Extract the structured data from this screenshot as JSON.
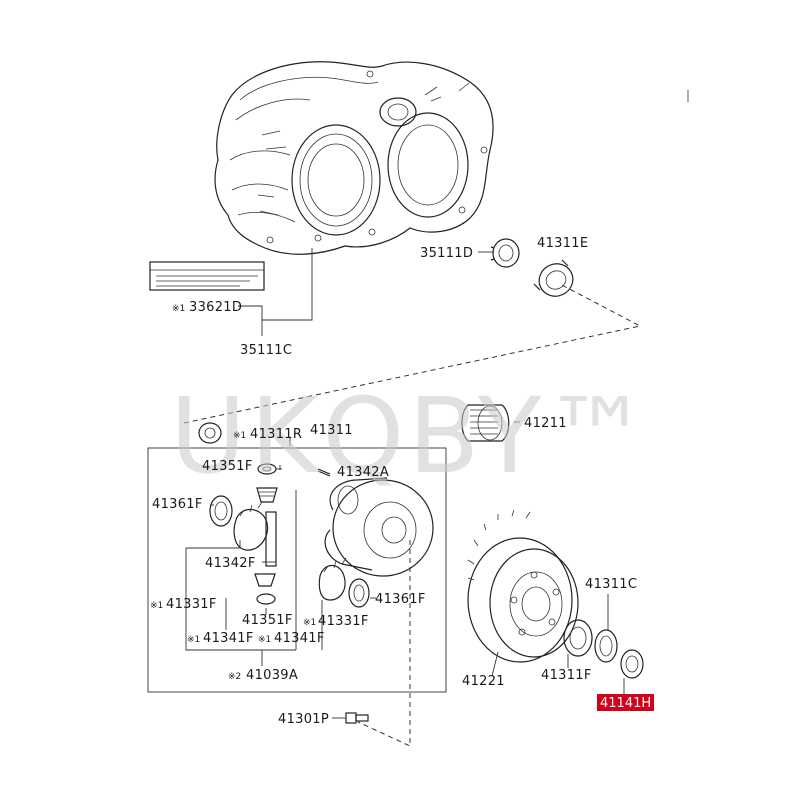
{
  "watermark": "UKQBY™",
  "highlight_color": "#d0021b",
  "labels": {
    "p35111D": "35111D",
    "p41311E": "41311E",
    "p33621D": "33621D",
    "p35111C": "35111C",
    "p41311R": "41311R",
    "p41311": "41311",
    "p41211": "41211",
    "p41351F_top": "41351F",
    "p41342A": "41342A",
    "p41361F_left": "41361F",
    "p41342F": "41342F",
    "p41331F_left": "41331F",
    "p41351F_bottom": "41351F",
    "p41331F_right": "41331F",
    "p41341F_left": "41341F",
    "p41341F_right": "41341F",
    "p41361F_right": "41361F",
    "p41039A": "41039A",
    "p41311C": "41311C",
    "p41221": "41221",
    "p41311F": "41311F",
    "p41141H": "41141H",
    "p41301P": "41301P"
  },
  "marks": {
    "m1": "※1",
    "m2": "※2"
  }
}
